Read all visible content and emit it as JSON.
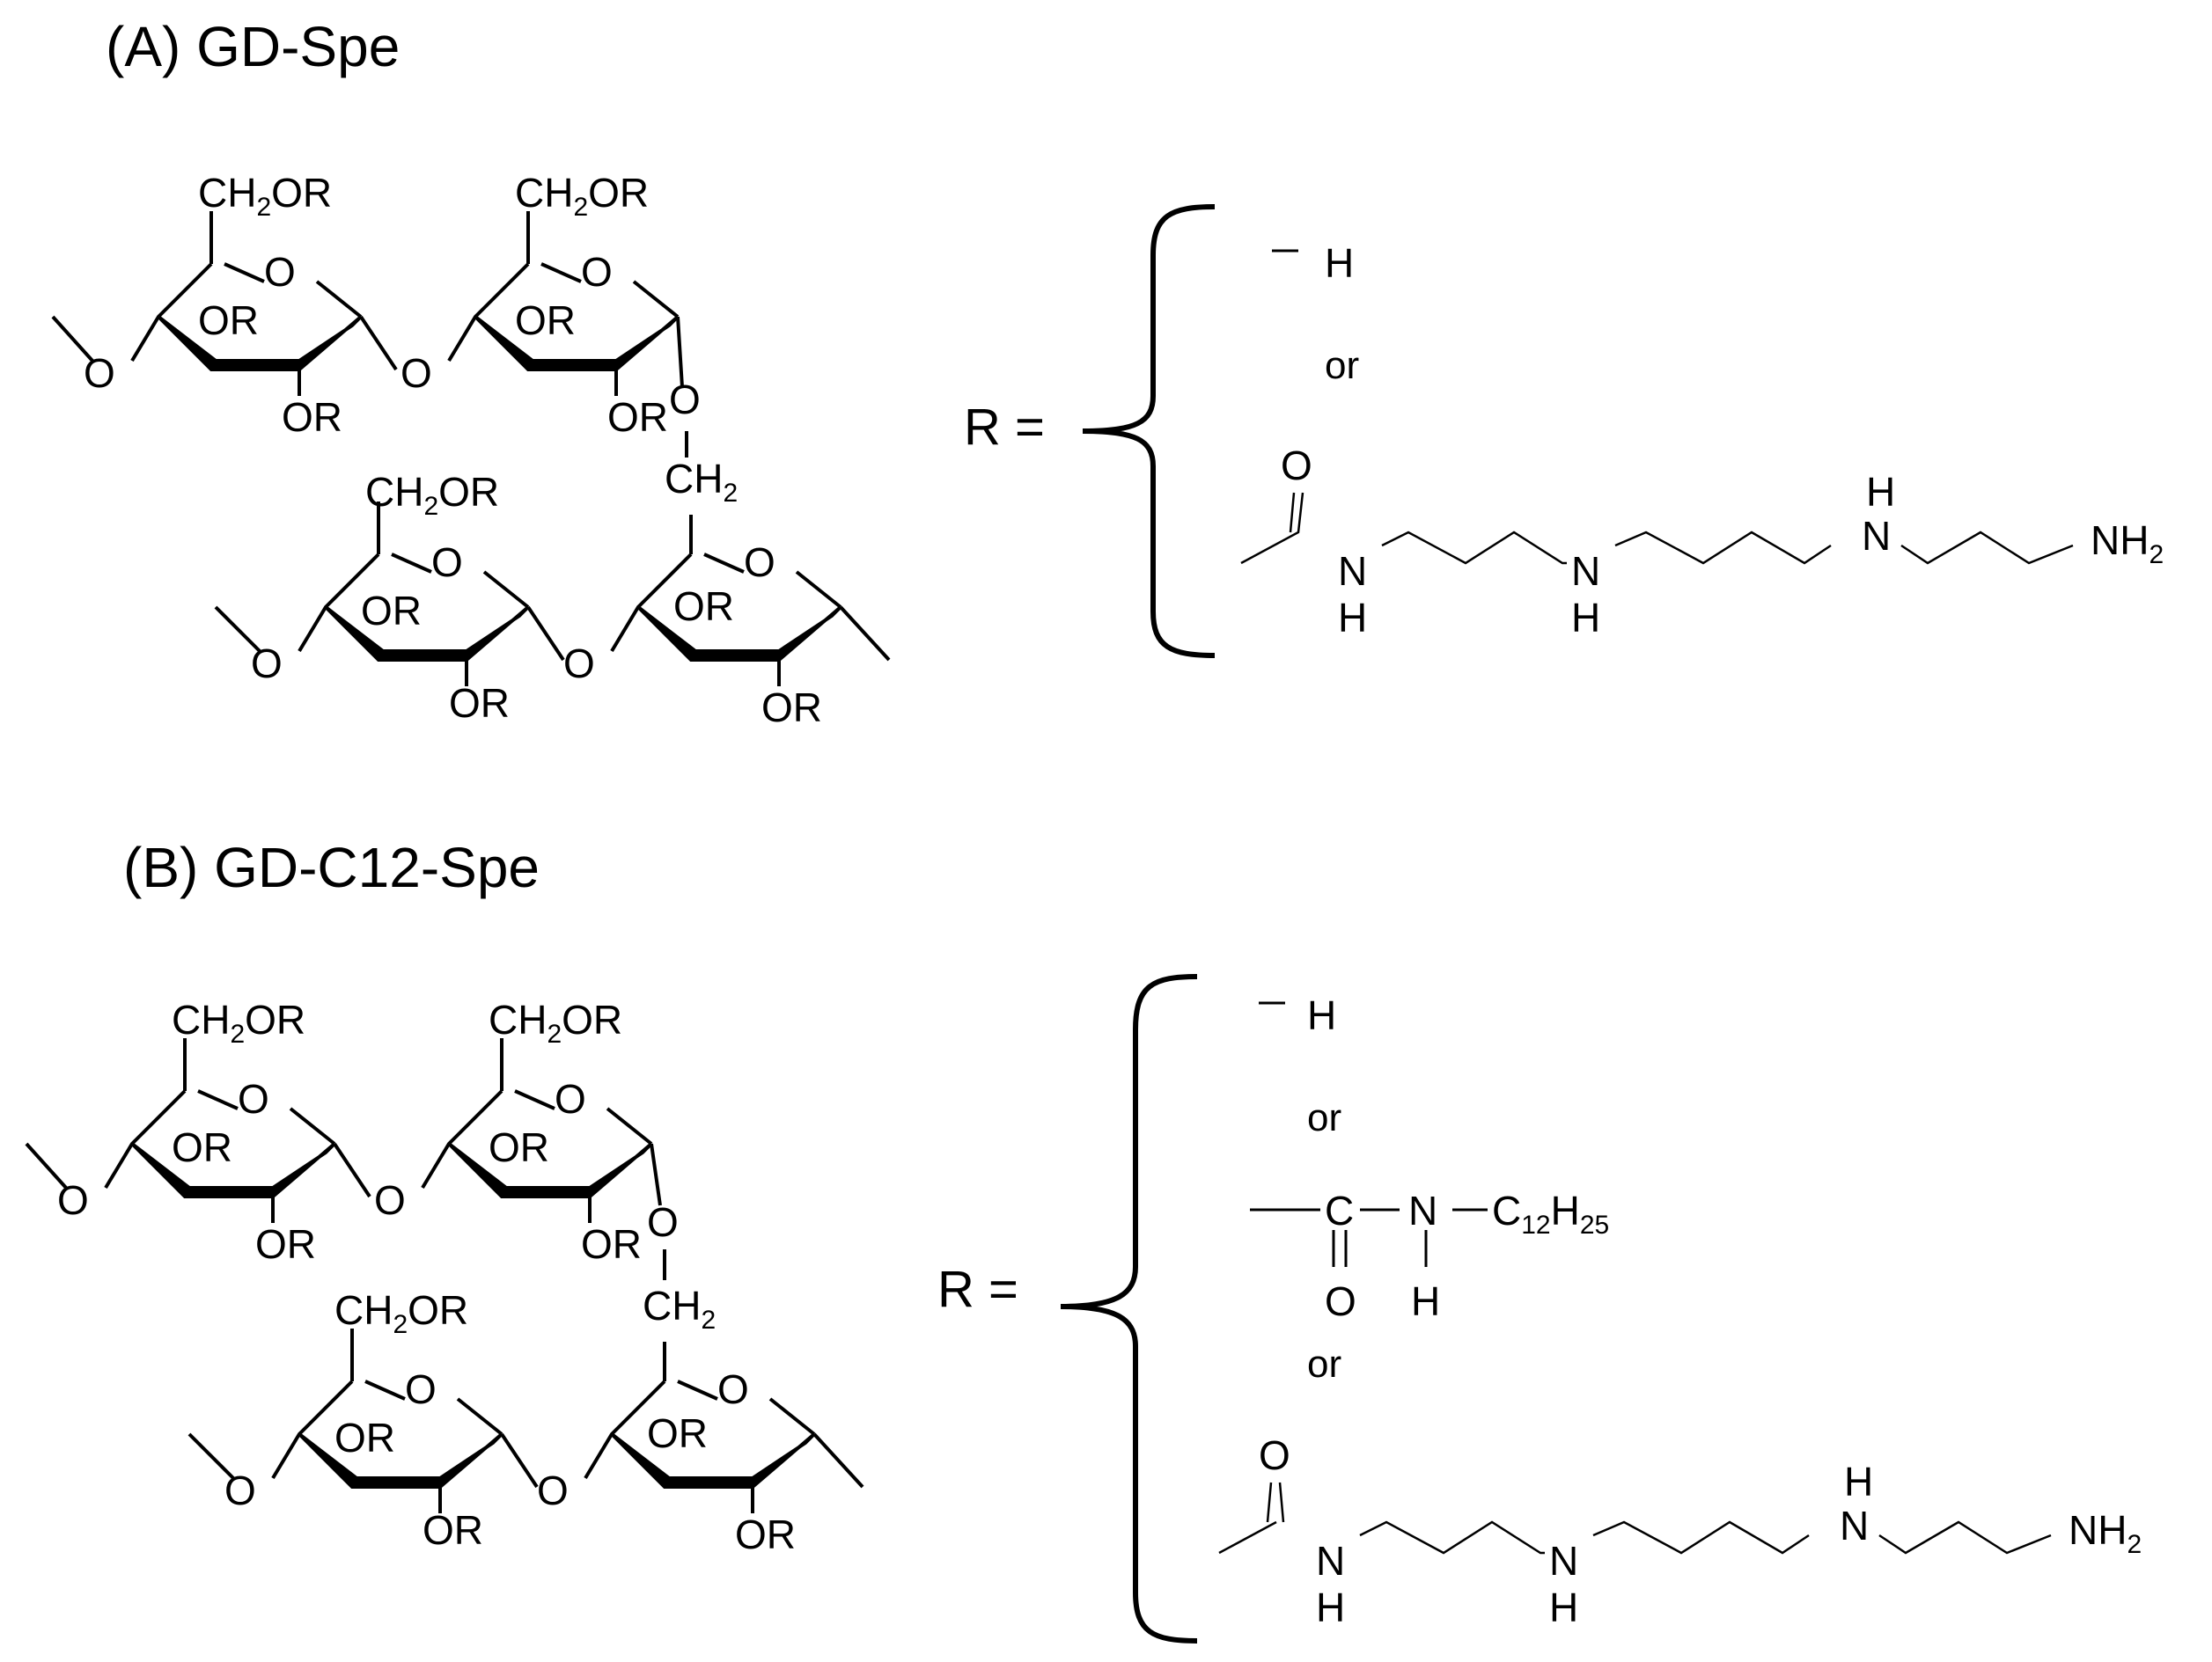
{
  "panels": {
    "a": {
      "title": "(A) GD-Spe",
      "ch2or": [
        "CH",
        "2",
        "OR"
      ],
      "or": "OR",
      "o": "O",
      "ch2": [
        "CH",
        "2"
      ],
      "r_equals": "R =",
      "sub_h": "H",
      "or_word": "or",
      "spermine": {
        "o": "O",
        "nh": "N",
        "h": "H",
        "nh2": [
          "NH",
          "2"
        ]
      }
    },
    "b": {
      "title": "(B) GD-C12-Spe",
      "ch2or": [
        "CH",
        "2",
        "OR"
      ],
      "or": "OR",
      "o": "O",
      "ch2": [
        "CH",
        "2"
      ],
      "r_equals": "R =",
      "sub_h": "H",
      "or_word": "or",
      "amide": {
        "c": "C",
        "n": "N",
        "o": "O",
        "h": "H",
        "alkyl": [
          "C",
          "12",
          "H",
          "25"
        ]
      },
      "spermine": {
        "o": "O",
        "nh": "N",
        "h": "H",
        "nh2": [
          "NH",
          "2"
        ]
      }
    }
  }
}
